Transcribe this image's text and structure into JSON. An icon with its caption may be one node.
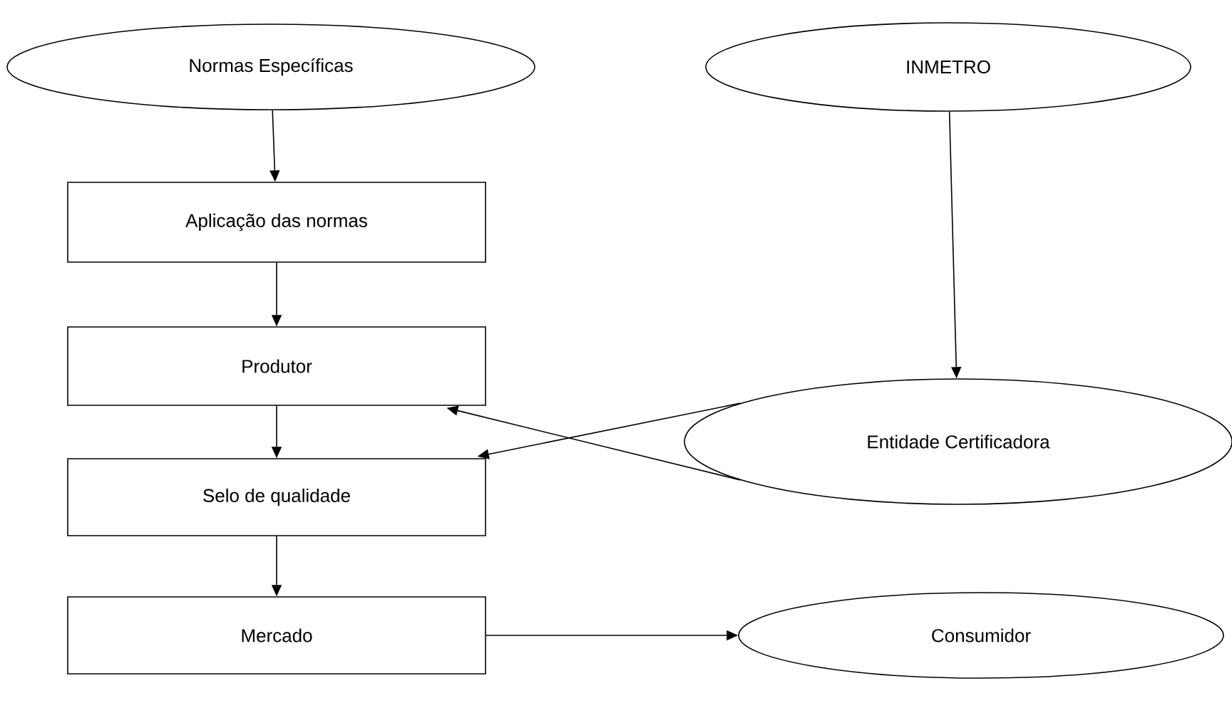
{
  "diagram": {
    "nodes": [
      {
        "text": [
          "Normas Específicas"
        ]
      },
      {
        "text": [
          "INMETRO"
        ]
      },
      {
        "text": [
          "Aplicação das normas"
        ]
      },
      {
        "text": [
          "Produtor"
        ]
      },
      {
        "text": [
          "Entidade Certificadora"
        ]
      },
      {
        "text": [
          "Selo de qualidade"
        ]
      },
      {
        "text": [
          "Mercado"
        ]
      },
      {
        "text": [
          "Consumidor"
        ]
      }
    ],
    "edges": [
      {
        "from": 0,
        "to": 2,
        "arrow": "to"
      },
      {
        "from": 2,
        "to": 3,
        "arrow": "to"
      },
      {
        "from": 1,
        "to": 4,
        "arrow": "to"
      },
      {
        "from": 4,
        "to": 3,
        "arrow": "to"
      },
      {
        "from": 4,
        "to": 5,
        "arrow": "to"
      },
      {
        "from": 3,
        "to": 5,
        "arrow": "to"
      },
      {
        "from": 5,
        "to": 6,
        "arrow": "to"
      },
      {
        "from": 6,
        "to": 7,
        "arrow": "to"
      }
    ]
  }
}
